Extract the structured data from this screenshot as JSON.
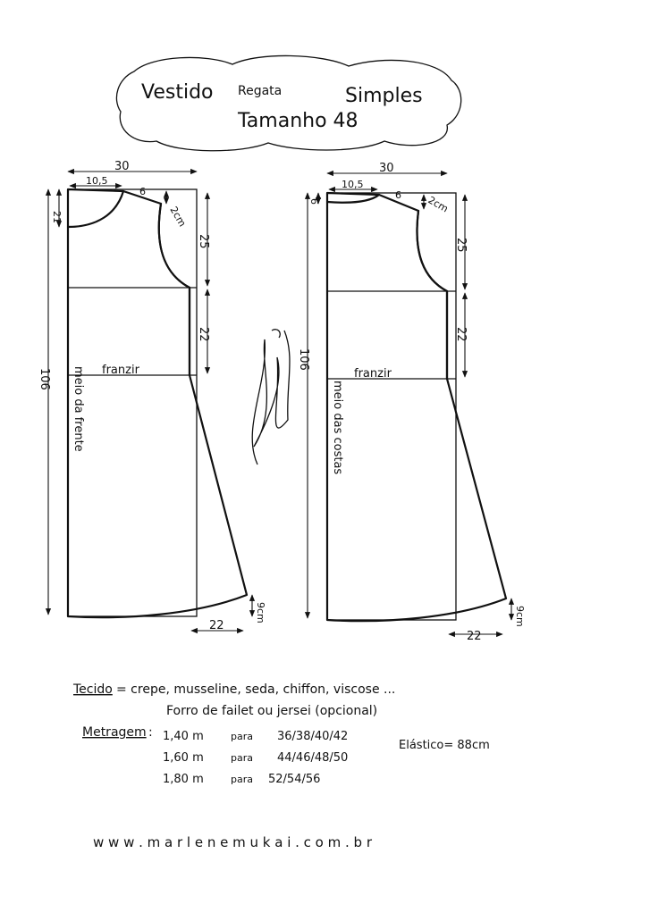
{
  "title": {
    "line1_a": "Vestido",
    "line1_b": "Regata",
    "line1_c": "Simples",
    "line2": "Tamanho 48"
  },
  "front": {
    "width": "30",
    "neck_width": "10,5",
    "shoulder": "6",
    "shoulder_drop": "2cm",
    "neck_depth": "21",
    "armhole": "25",
    "waist": "22",
    "length": "106",
    "gather": "franzir",
    "center_label": "meio da frente",
    "hem_rise": "9cm",
    "hem_flare": "22"
  },
  "back": {
    "width": "30",
    "neck_width": "10,5",
    "shoulder": "6",
    "shoulder_drop": "2cm",
    "neck_depth": "6",
    "armhole": "25",
    "waist": "22",
    "length": "106",
    "gather": "franzir",
    "center_label": "meio das costas",
    "hem_rise": "9cm",
    "hem_flare": "22"
  },
  "notes": {
    "fabric_label": "Tecido",
    "fabric": "= crepe, musseline, seda, chiffon, viscose ...",
    "lining": "Forro de failet ou jersei (opcional)",
    "yardage_label": "Metragem",
    "yardage_sep": ":",
    "rows": [
      {
        "amount": "1,40 m",
        "para": "para",
        "sizes": "36/38/40/42"
      },
      {
        "amount": "1,60 m",
        "para": "para",
        "sizes": "44/46/48/50"
      },
      {
        "amount": "1,80 m",
        "para": "para",
        "sizes": "52/54/56"
      }
    ],
    "elastic": "Elástico= 88cm"
  },
  "website": "w w w .  m a r l e n e m u k a i  .  c o m .  b r"
}
